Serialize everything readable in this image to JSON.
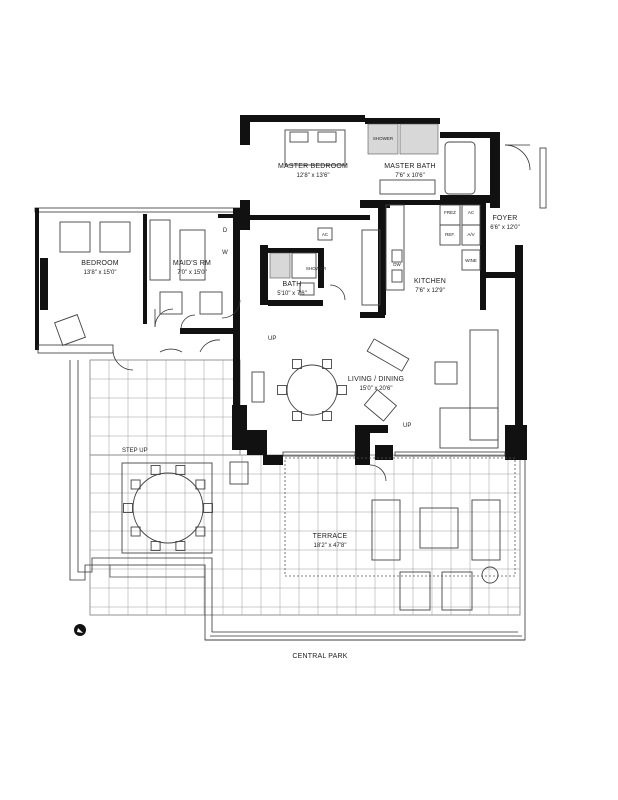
{
  "rooms": {
    "master_bedroom": {
      "name": "MASTER BEDROOM",
      "dim": "12'8\" x 13'6\""
    },
    "master_bath": {
      "name": "MASTER BATH",
      "dim": "7'6\" x 10'6\""
    },
    "foyer": {
      "name": "FOYER",
      "dim": "6'6\" x 12'0\""
    },
    "bedroom": {
      "name": "BEDROOM",
      "dim": "13'8\" x 15'0\""
    },
    "maids_rm": {
      "name": "MAID'S RM",
      "dim": "7'0\" x 15'0\""
    },
    "bath": {
      "name": "BATH",
      "dim": "5'10\" x 7'6\""
    },
    "kitchen": {
      "name": "KITCHEN",
      "dim": "7'6\" x 12'9\""
    },
    "living_dining": {
      "name": "LIVING / DINING",
      "dim": "15'0\" x 20'6\""
    },
    "terrace": {
      "name": "TERRACE",
      "dim": "18'2\" x 47'8\""
    }
  },
  "fixtures": {
    "shower_master": "SHOWER",
    "shower_bath": "SHOWER",
    "freeze": "FREZ",
    "refrigerator": "REF.",
    "dishwasher": "DW",
    "ac_kitchen": "AC",
    "av": "A/V",
    "wine": "WINE",
    "ac_hall": "AC",
    "d": "D",
    "w": "W"
  },
  "annotations": {
    "up_left": "UP",
    "up_right": "UP",
    "step_up": "STEP UP",
    "central_park": "CENTRAL PARK"
  },
  "icons": {
    "north": "compass-north-icon"
  }
}
